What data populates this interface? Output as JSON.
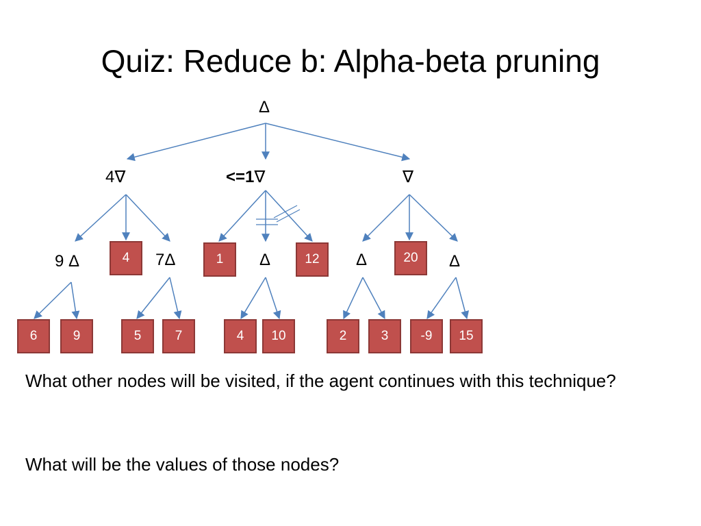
{
  "title": "Quiz:  Reduce b:  Alpha-beta pruning",
  "colors": {
    "box_fill": "#c0504d",
    "box_border": "#8c3836",
    "edge": "#4f81bd"
  },
  "symbols": {
    "max": "Δ",
    "min": "∇"
  },
  "tree": {
    "root_symbol": "Δ",
    "min_nodes": [
      {
        "value": "4",
        "symbol": "∇"
      },
      {
        "value": "<=1",
        "symbol": "∇"
      },
      {
        "value": "",
        "symbol": "∇"
      }
    ],
    "level2": [
      {
        "value": "9",
        "symbol": "Δ"
      },
      {
        "leaf": "4"
      },
      {
        "value": "7",
        "symbol": "Δ"
      },
      {
        "leaf": "1"
      },
      {
        "value": "",
        "symbol": "Δ"
      },
      {
        "leaf": "12"
      },
      {
        "value": "",
        "symbol": "Δ"
      },
      {
        "leaf": "20"
      },
      {
        "value": "",
        "symbol": "Δ"
      }
    ],
    "bottom_leaves": [
      "6",
      "9",
      "5",
      "7",
      "4",
      "10",
      "2",
      "3",
      "-9",
      "15"
    ]
  },
  "questions": [
    "What other nodes will be visited, if the agent continues with this technique?",
    "What will be the values of those nodes?"
  ]
}
